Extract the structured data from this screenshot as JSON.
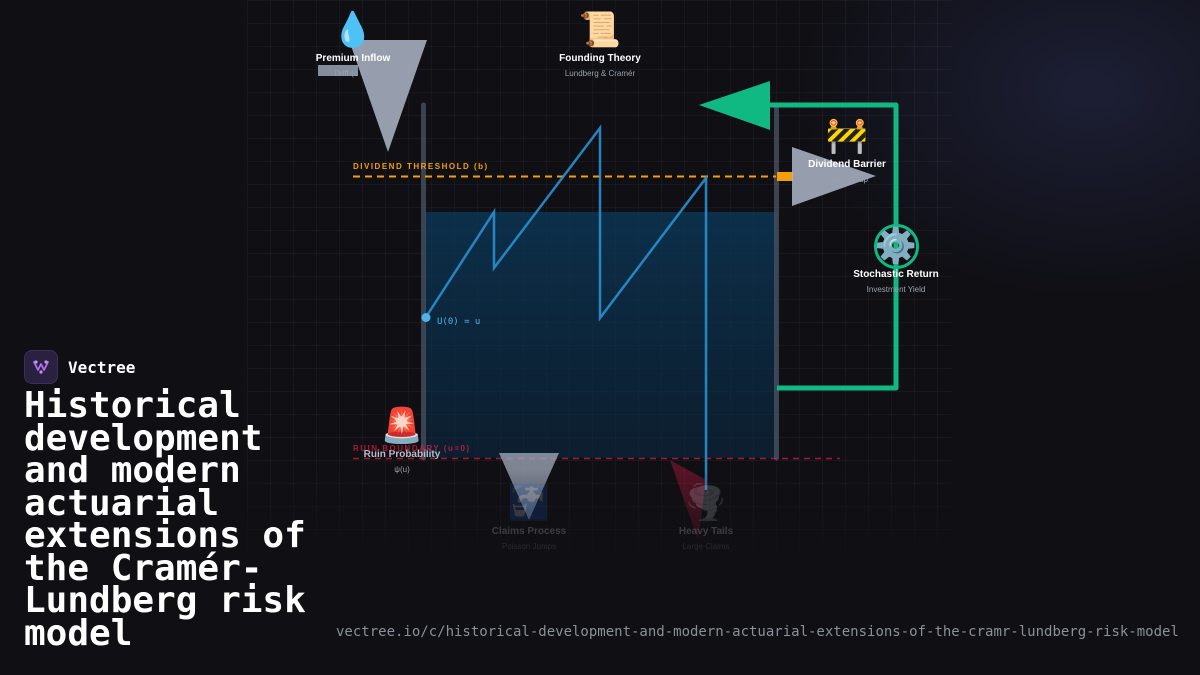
{
  "brand": {
    "name": "Vectree",
    "logo_icon": "vectree-logo-icon"
  },
  "title": "Historical development and modern actuarial extensions of the Cramér-Lundberg risk model",
  "url": "vectree.io/c/historical-development-and-modern-actuarial-extensions-of-the-cramr-lundberg-risk-model",
  "diagram": {
    "dividend_threshold_label": "DIVIDEND THRESHOLD (b)",
    "ruin_boundary_label": "RUIN BOUNDARY (u=0)",
    "initial_capital_label": "U(0) = u",
    "nodes": {
      "premium_inflow": {
        "icon": "💧",
        "title": "Premium Inflow",
        "subtitle": "Drift (c × t)"
      },
      "founding_theory": {
        "icon": "📜",
        "title": "Founding Theory",
        "subtitle": "Lundberg & Cramér"
      },
      "dividend_barrier": {
        "icon": "🚧",
        "title": "Dividend Barrier",
        "subtitle": "Capital Cap"
      },
      "stochastic_return": {
        "icon": "⚙️",
        "title": "Stochastic Return",
        "subtitle": "Investment Yield"
      },
      "ruin_probability": {
        "icon": "🚨",
        "title": "Ruin Probability",
        "subtitle": "ψ(u)"
      },
      "claims_process": {
        "icon": "🚰",
        "title": "Claims Process",
        "subtitle": "Poisson Jumps"
      },
      "heavy_tails": {
        "icon": "🌪️",
        "title": "Heavy Tails",
        "subtitle": "Large Claims"
      }
    }
  },
  "colors": {
    "accent_green": "#10b981",
    "dividend_orange": "#f59e0b",
    "ruin_red": "#e11d48",
    "surplus_blue": "#2a8fd0"
  }
}
